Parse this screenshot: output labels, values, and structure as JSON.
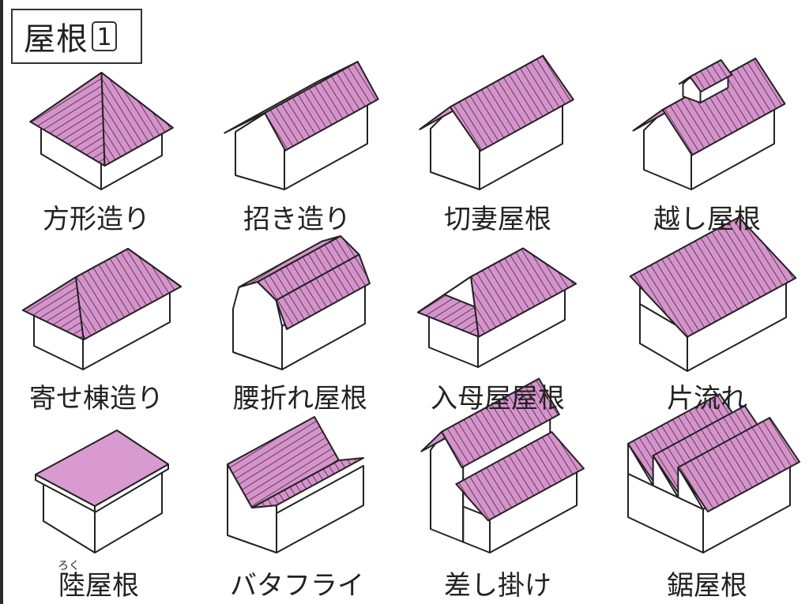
{
  "title": {
    "text": "屋根",
    "number": "1"
  },
  "colors": {
    "roof": "#d693cb",
    "flat_roof": "#d99ad0",
    "line": "#222222",
    "wall": "#ffffff"
  },
  "roofs": [
    {
      "label": "方形造り"
    },
    {
      "label": "招き造り"
    },
    {
      "label": "切妻屋根"
    },
    {
      "label": "越し屋根"
    },
    {
      "label": "寄せ棟造り"
    },
    {
      "label": "腰折れ屋根"
    },
    {
      "label": "入母屋屋根"
    },
    {
      "label": "片流れ"
    },
    {
      "label": "陸屋根",
      "ruby": "ろく"
    },
    {
      "label": "バタフライ"
    },
    {
      "label": "差し掛け"
    },
    {
      "label": "鋸屋根"
    }
  ]
}
